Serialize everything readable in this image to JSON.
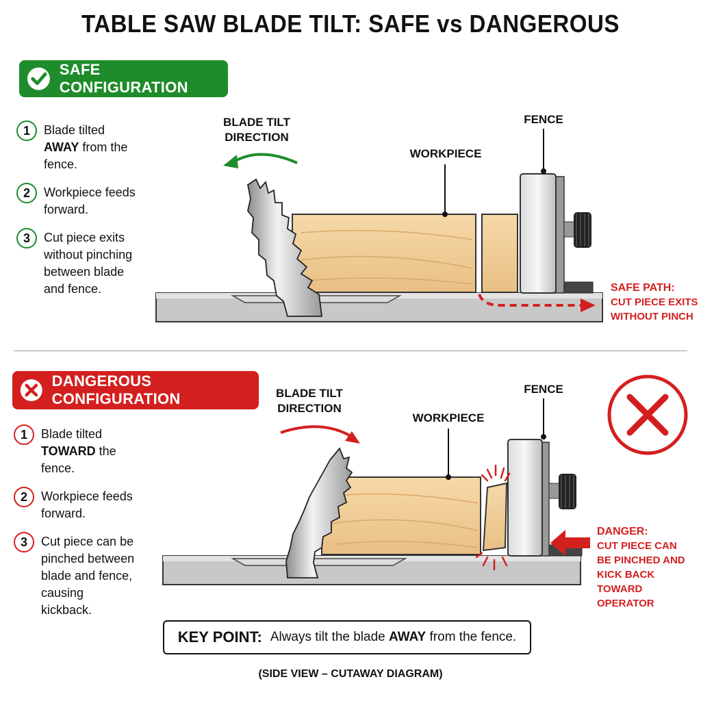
{
  "title": "TABLE SAW BLADE TILT: SAFE vs DANGEROUS",
  "safe": {
    "banner": "SAFE CONFIGURATION",
    "steps": [
      {
        "num": "1",
        "pre": "Blade tilted ",
        "em": "AWAY",
        "post": " from the fence."
      },
      {
        "num": "2",
        "pre": "Workpiece feeds forward.",
        "em": "",
        "post": ""
      },
      {
        "num": "3",
        "pre": "Cut piece exits without pinching between blade and fence.",
        "em": "",
        "post": ""
      }
    ],
    "labels": {
      "tilt_line1": "BLADE TILT",
      "tilt_line2": "DIRECTION",
      "workpiece": "WORKPIECE",
      "fence": "FENCE"
    },
    "path_note": {
      "line1": "SAFE PATH:",
      "line2": "CUT PIECE EXITS",
      "line3": "WITHOUT PINCH"
    }
  },
  "danger": {
    "banner": "DANGEROUS CONFIGURATION",
    "steps": [
      {
        "num": "1",
        "pre": "Blade tilted ",
        "em": "TOWARD",
        "post": " the fence."
      },
      {
        "num": "2",
        "pre": "Workpiece feeds forward.",
        "em": "",
        "post": ""
      },
      {
        "num": "3",
        "pre": "Cut piece can be pinched between blade and fence, causing kickback.",
        "em": "",
        "post": ""
      }
    ],
    "labels": {
      "tilt_line1": "BLADE TILT",
      "tilt_line2": "DIRECTION",
      "workpiece": "WORKPIECE",
      "fence": "FENCE"
    },
    "danger_note": {
      "line1": "DANGER:",
      "line2": "CUT PIECE CAN",
      "line3": "BE PINCHED AND",
      "line4": "KICK BACK",
      "line5": "TOWARD OPERATOR"
    }
  },
  "key_point": {
    "label": "KEY POINT:",
    "pre": "Always tilt the blade ",
    "em": "AWAY",
    "post": " from the fence."
  },
  "footer": "(SIDE VIEW – CUTAWAY DIAGRAM)",
  "icons": {
    "safe": "checkmark-icon",
    "danger": "x-mark-icon",
    "danger_big": "x-mark-circle-icon"
  },
  "colors": {
    "safe": "#1e8c2a",
    "danger": "#d41f1f",
    "wood": "#f2cf9a",
    "metal": "#c9c9c9"
  }
}
